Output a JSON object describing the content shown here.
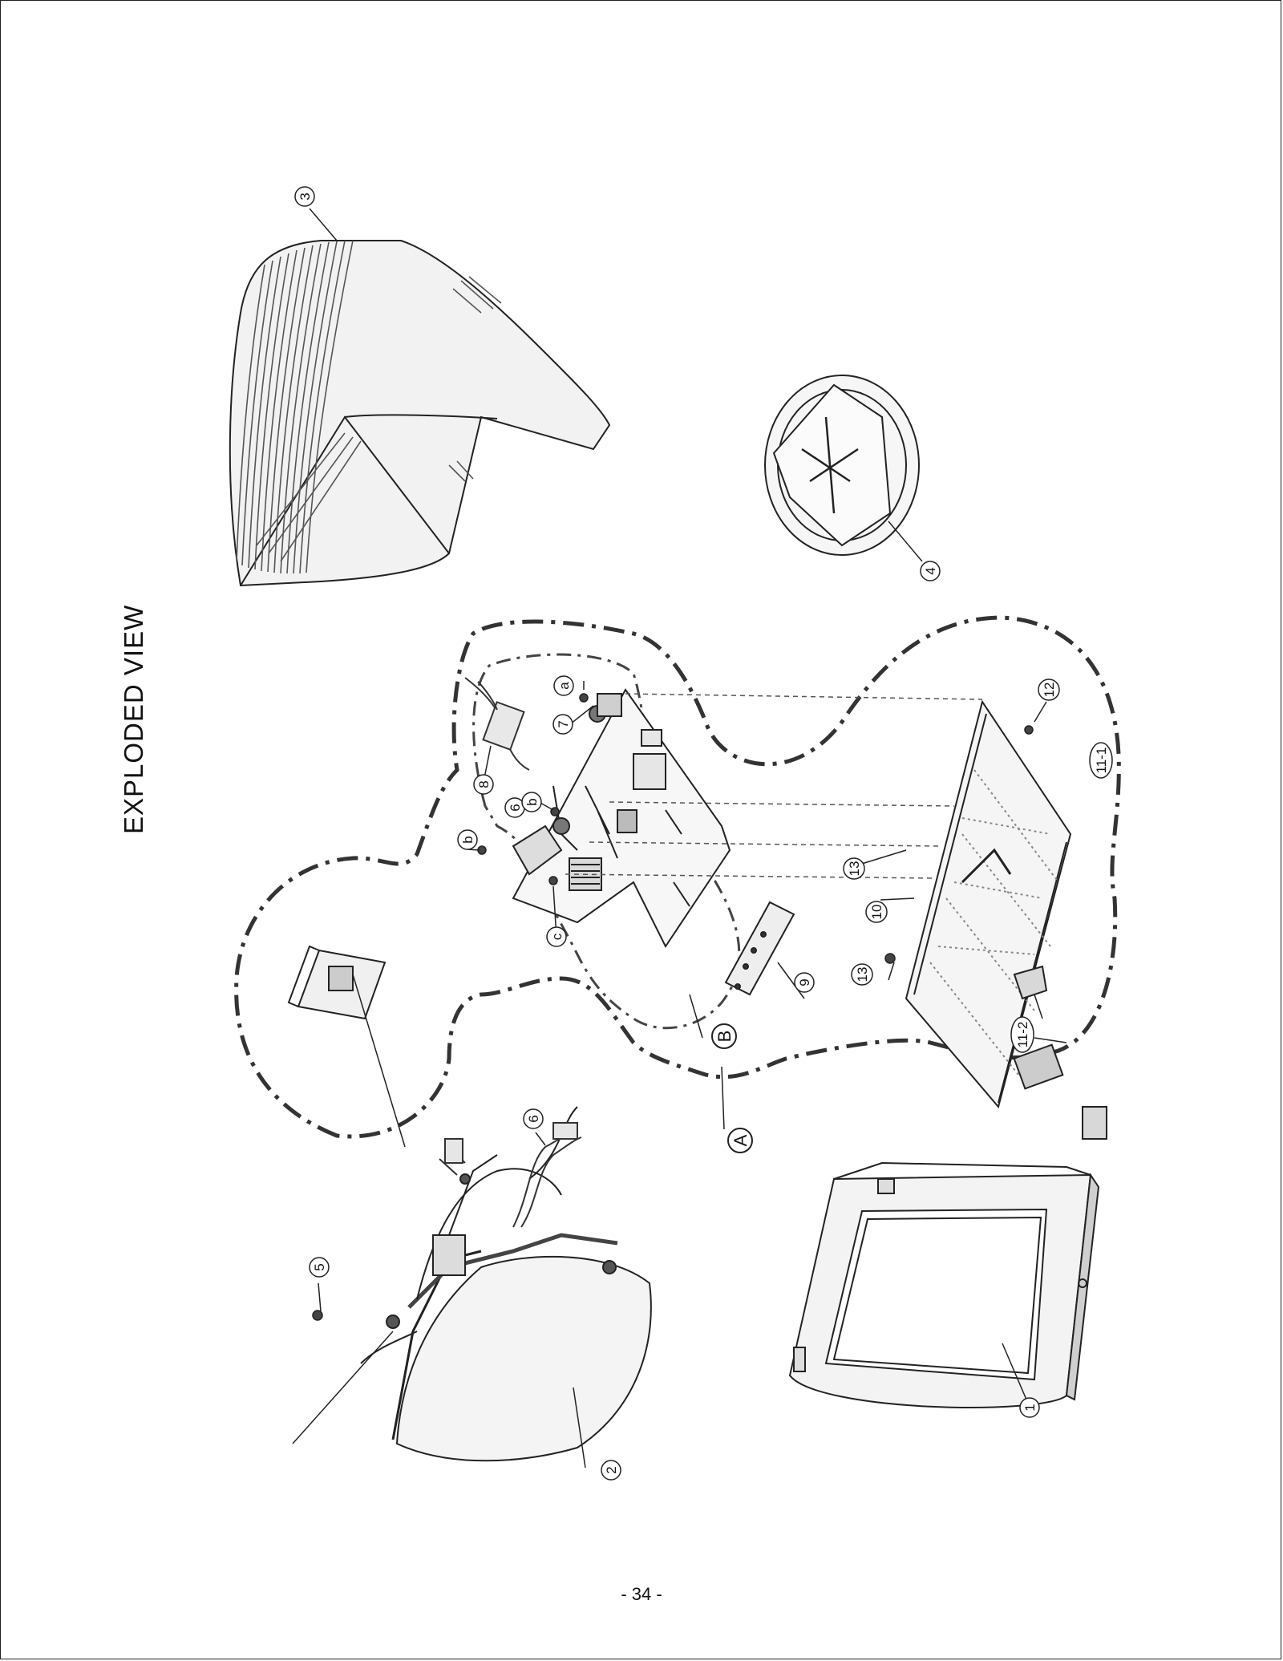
{
  "page": {
    "title": "EXPLODED VIEW",
    "page_number": "- 34 -"
  },
  "callouts": [
    {
      "id": "c1",
      "label": "1"
    },
    {
      "id": "c2",
      "label": "2"
    },
    {
      "id": "c3",
      "label": "3"
    },
    {
      "id": "c4",
      "label": "4"
    },
    {
      "id": "c5",
      "label": "5"
    },
    {
      "id": "c6a",
      "label": "6"
    },
    {
      "id": "c6b",
      "label": "6"
    },
    {
      "id": "c7",
      "label": "7"
    },
    {
      "id": "c8",
      "label": "8"
    },
    {
      "id": "c9",
      "label": "9"
    },
    {
      "id": "c10",
      "label": "10"
    },
    {
      "id": "c11-1",
      "label": "11-1"
    },
    {
      "id": "c11-2",
      "label": "11-2"
    },
    {
      "id": "c12",
      "label": "12"
    },
    {
      "id": "c13a",
      "label": "13"
    },
    {
      "id": "c13b",
      "label": "13"
    },
    {
      "id": "ca",
      "label": "a"
    },
    {
      "id": "cb1",
      "label": "b"
    },
    {
      "id": "cb2",
      "label": "b"
    },
    {
      "id": "cc",
      "label": "c"
    },
    {
      "id": "cA",
      "label": "A"
    },
    {
      "id": "cB",
      "label": "B"
    }
  ]
}
